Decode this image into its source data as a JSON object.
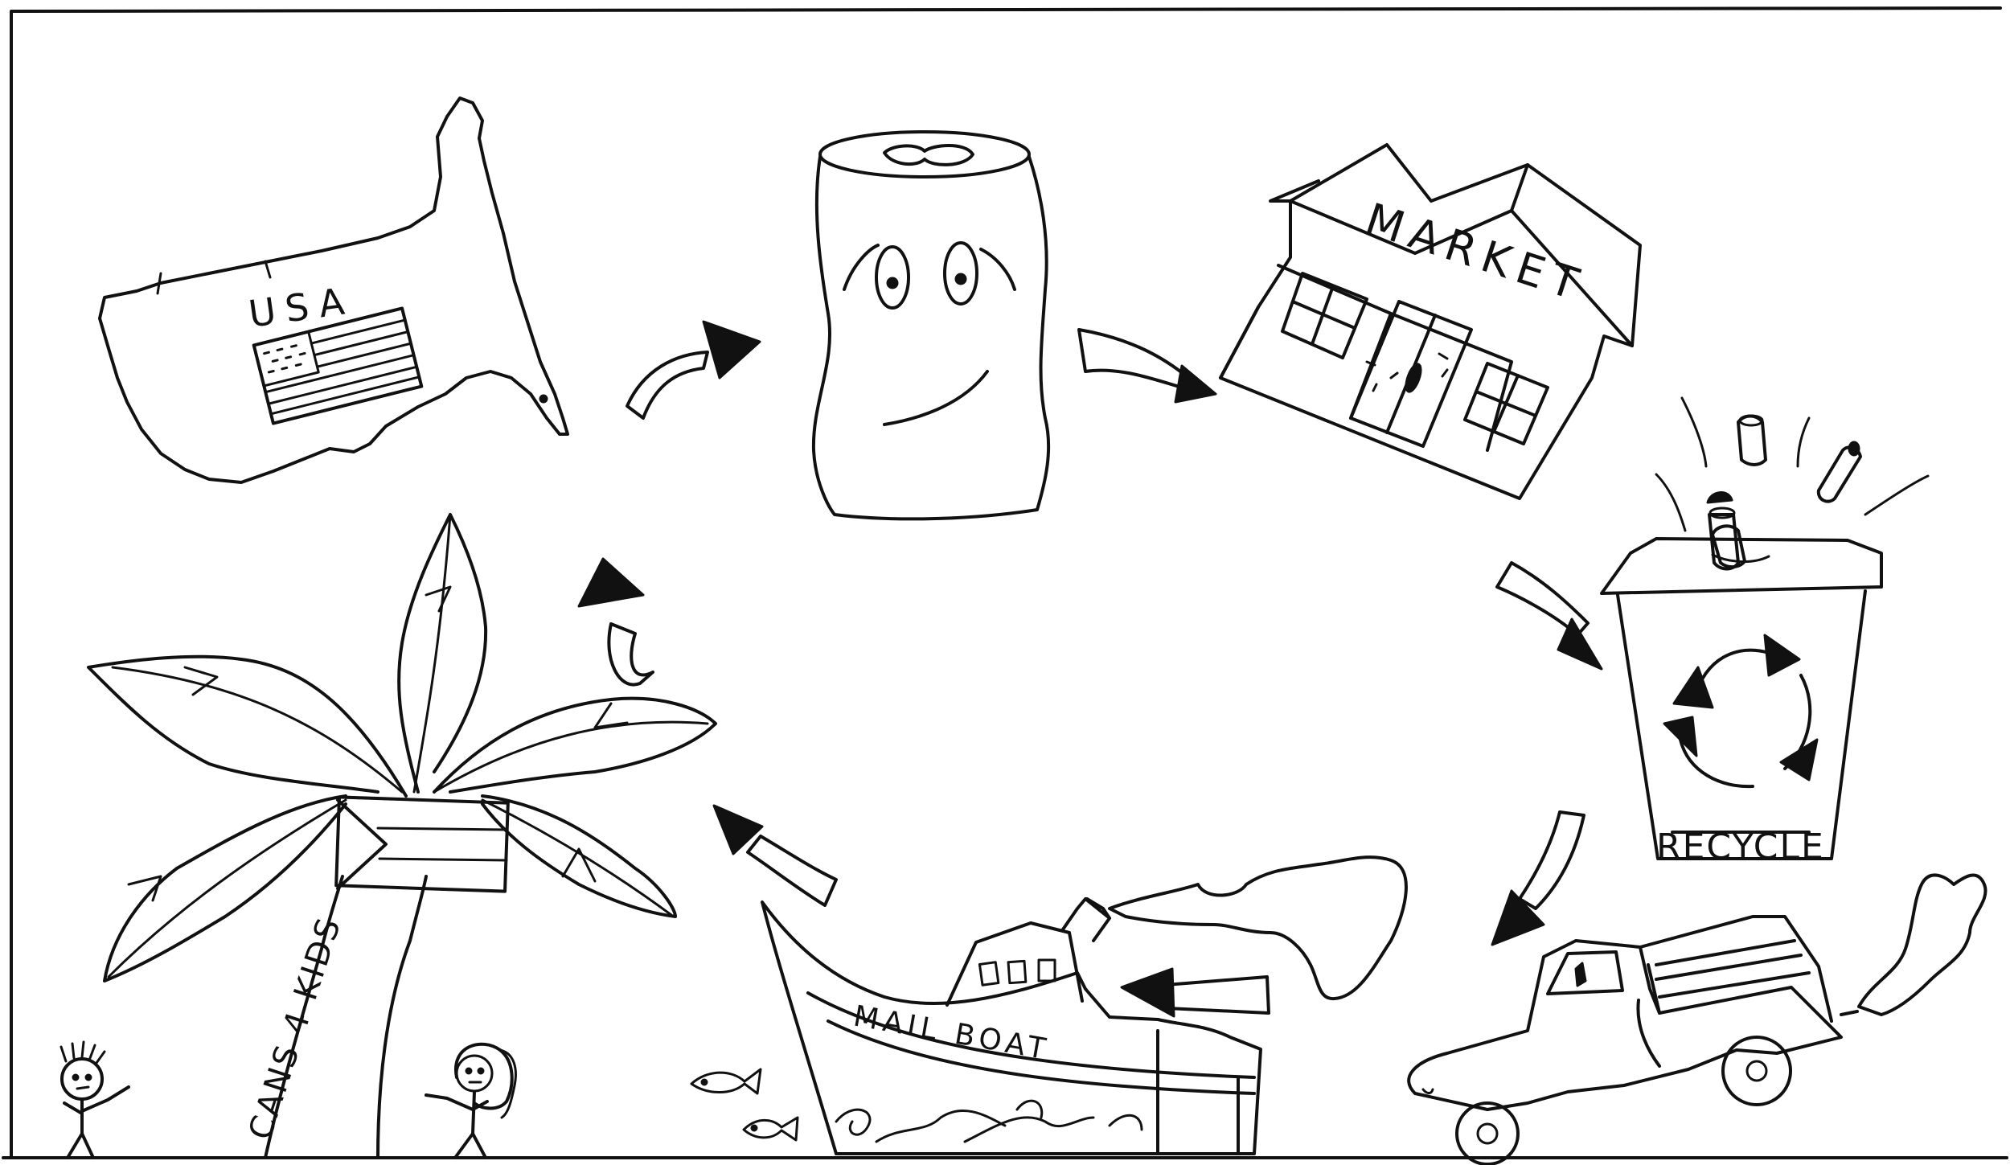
{
  "diagram": {
    "labels": {
      "usa": "USA",
      "market": "MARKET",
      "recycle": "RECYCLE",
      "mail_boat": "MAIL BOAT",
      "cans_4_kids": "CANS 4 KIDS"
    },
    "colors": {
      "ink": "#111111",
      "paper": "#ffffff"
    }
  }
}
